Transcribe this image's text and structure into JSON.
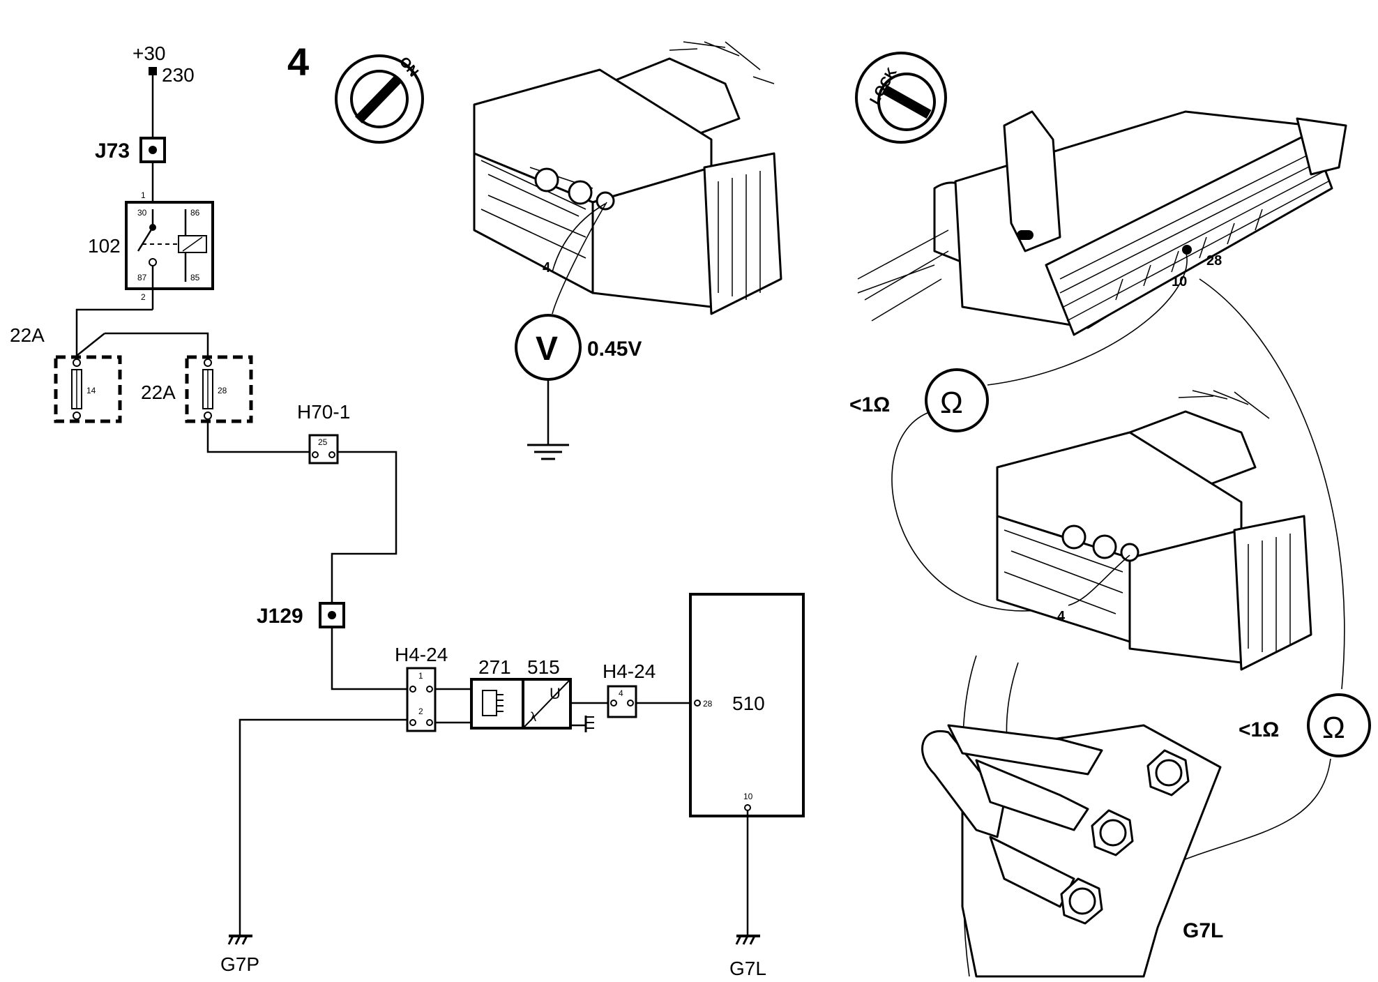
{
  "step_number": "4",
  "ignition": {
    "on_label": "ON",
    "lock_label": "LOCK"
  },
  "schematic": {
    "supply": {
      "terminal": "+30",
      "wire": "230"
    },
    "junctions": {
      "j73": "J73",
      "j129": "J129"
    },
    "relay": {
      "id": "102",
      "pins": {
        "p30": "30",
        "p86": "86",
        "p87": "87",
        "p85": "85",
        "in": "1",
        "out": "2"
      }
    },
    "fuses": {
      "label_left": "22A",
      "label_right": "22A",
      "left_no": "14",
      "right_no": "28"
    },
    "connectors": {
      "h70": {
        "label": "H70-1",
        "pin": "25"
      },
      "h4_left": {
        "label": "H4-24",
        "pin_top": "1",
        "pin_bottom": "2"
      },
      "h4_right": {
        "label": "H4-24",
        "pin": "4"
      }
    },
    "components": {
      "heater": "271",
      "sensor": "515",
      "sensor_lambda": "λ",
      "sensor_u": "U",
      "ecu": "510",
      "ecu_pin_in": "28",
      "ecu_pin_gnd": "10"
    },
    "grounds": {
      "left": "G7P",
      "right": "G7L"
    }
  },
  "measurements": {
    "voltage": {
      "symbol": "V",
      "value": "0.45V",
      "pin": "4"
    },
    "resistance_1": {
      "symbol": "Ω",
      "value": "<1Ω"
    },
    "resistance_2": {
      "symbol": "Ω",
      "value": "<1Ω"
    },
    "ecu_connector_pins": {
      "a": "28",
      "b": "10"
    },
    "lower_connector_pin": "4",
    "ground_point": "G7L"
  }
}
